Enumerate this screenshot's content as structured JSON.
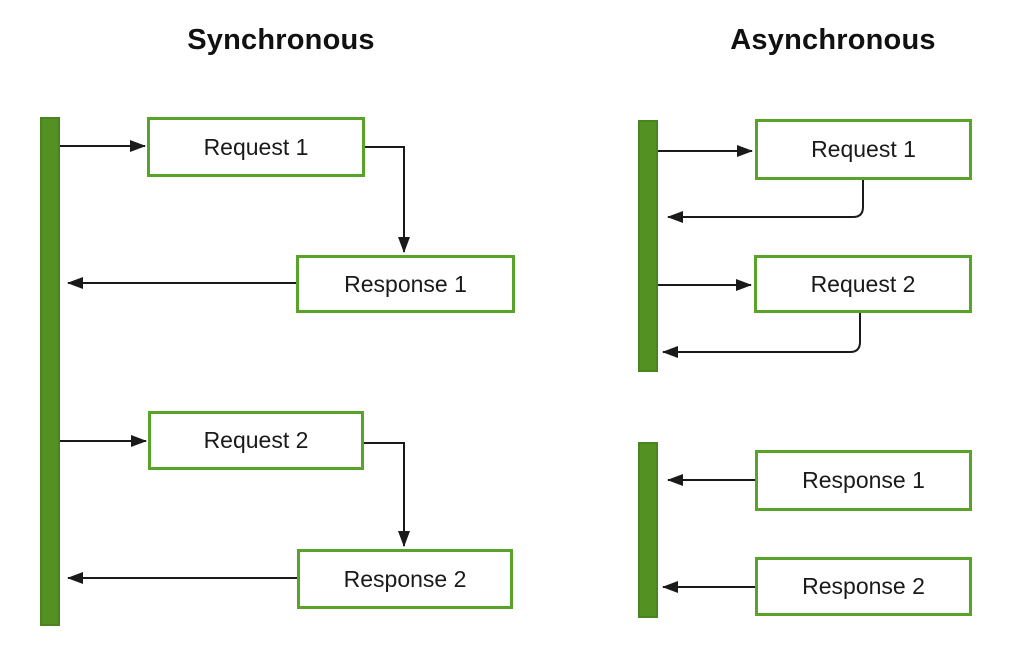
{
  "sync": {
    "title": "Synchronous",
    "request1": "Request 1",
    "response1": "Response 1",
    "request2": "Request 2",
    "response2": "Response 2"
  },
  "async": {
    "title": "Asynchronous",
    "request1": "Request 1",
    "request2": "Request 2",
    "response1": "Response 1",
    "response2": "Response 2"
  },
  "colors": {
    "green_bar_fill": "#529122",
    "green_bar_border": "#49841f",
    "green_box_border": "#5aa32b",
    "line_color": "#1a1a1a",
    "text_color": "#1a1a1a",
    "bg_color": "#ffffff"
  }
}
